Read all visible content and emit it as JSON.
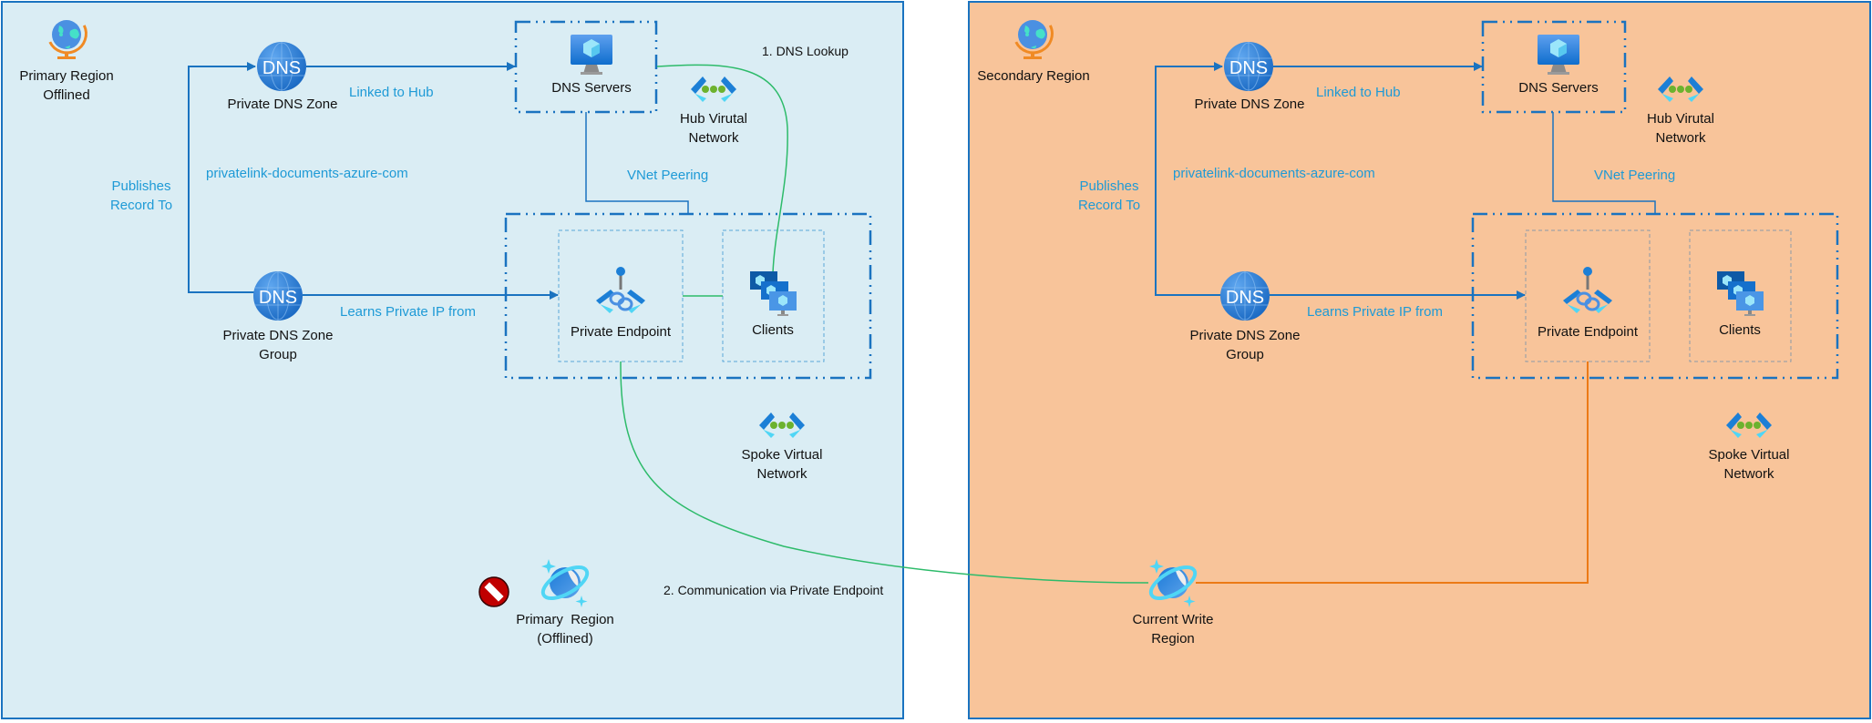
{
  "colors": {
    "primary_panel_bg": "#daedf4",
    "secondary_panel_bg": "#f8c49a",
    "panel_border": "#1a73c0",
    "connector_blue": "#1a73c0",
    "annotation_blue": "#1e9ad6",
    "dns_lookup_line": "#2dbb6a",
    "write_region_line": "#ec7a16",
    "offline_badge": "#c00000"
  },
  "primary_panel": {
    "region_title_line1": "Primary Region",
    "region_title_line2": "Offlined",
    "private_dns_zone": "Private DNS Zone",
    "linked_to_hub": "Linked to Hub",
    "dns_servers": "DNS Servers",
    "hub_vnet_line1": "Hub Virutal",
    "hub_vnet_line2": "Network",
    "dns_lookup_step": "1. DNS Lookup",
    "zone_name": "privatelink-documents-azure-com",
    "publishes_line1": "Publishes",
    "publishes_line2": "Record To",
    "vnet_peering": "VNet Peering",
    "dns_zone_group_line1": "Private DNS Zone",
    "dns_zone_group_line2": "Group",
    "learns_private_ip": "Learns Private IP from",
    "private_endpoint": "Private Endpoint",
    "clients": "Clients",
    "spoke_vnet_line1": "Spoke Virtual",
    "spoke_vnet_line2": "Network",
    "cosmos_line1": "Primary  Region",
    "cosmos_line2": "(Offlined)",
    "communication_step": "2. Communication via Private Endpoint",
    "dns_icon_text": "DNS"
  },
  "secondary_panel": {
    "region_title": "Secondary Region",
    "private_dns_zone": "Private DNS Zone",
    "linked_to_hub": "Linked to Hub",
    "dns_servers": "DNS Servers",
    "hub_vnet_line1": "Hub Virutal",
    "hub_vnet_line2": "Network",
    "zone_name": "privatelink-documents-azure-com",
    "publishes_line1": "Publishes",
    "publishes_line2": "Record To",
    "vnet_peering": "VNet Peering",
    "dns_zone_group_line1": "Private DNS Zone",
    "dns_zone_group_line2": "Group",
    "learns_private_ip": "Learns Private IP from",
    "private_endpoint": "Private Endpoint",
    "clients": "Clients",
    "spoke_vnet_line1": "Spoke Virtual",
    "spoke_vnet_line2": "Network",
    "cosmos_line1": "Current Write",
    "cosmos_line2": "Region",
    "dns_icon_text": "DNS"
  }
}
